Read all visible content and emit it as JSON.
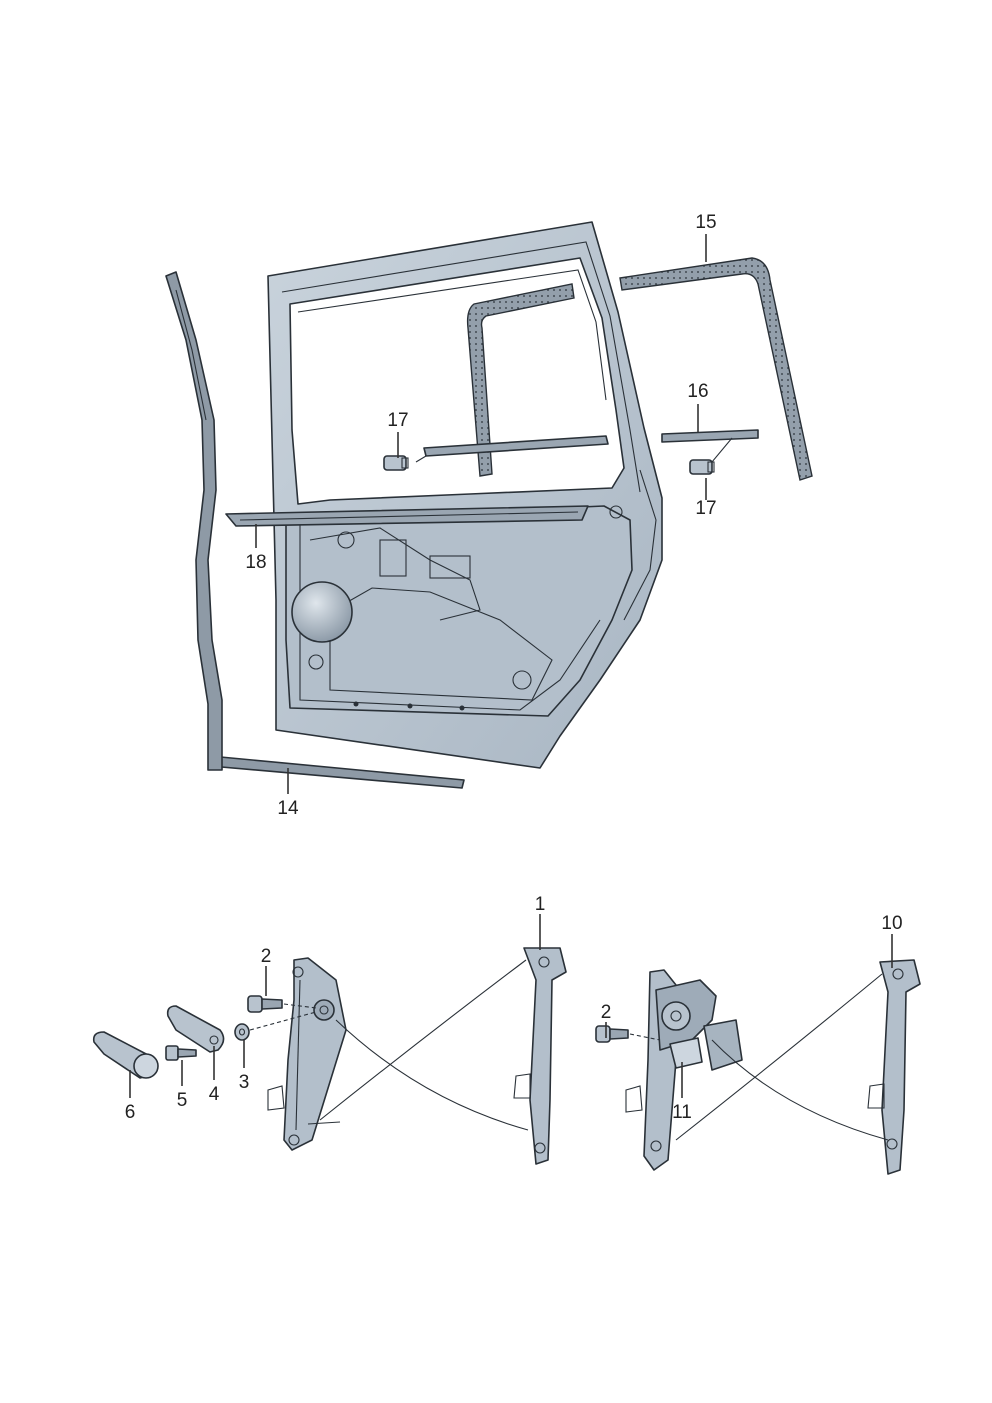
{
  "callouts": {
    "c1": "1",
    "c2a": "2",
    "c2b": "2",
    "c3": "3",
    "c4": "4",
    "c5": "5",
    "c6": "6",
    "c10": "10",
    "c11": "11",
    "c14": "14",
    "c15": "15",
    "c16": "16",
    "c17a": "17",
    "c17b": "17",
    "c18": "18"
  },
  "colors": {
    "part_fill": "#b5c1cd",
    "part_light": "#cdd6df",
    "part_dark": "#8c9aa8",
    "seal_fill": "#8e9aa6",
    "outline": "#2a3138"
  }
}
